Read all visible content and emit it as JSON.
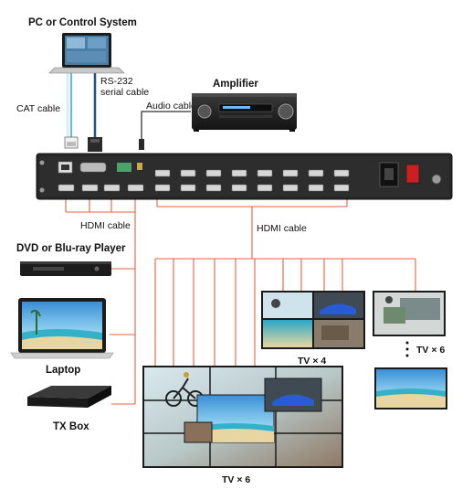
{
  "labels": {
    "pc": "PC or Control System",
    "cat": "CAT cable",
    "rs232_line1": "RS-232",
    "rs232_line2": "serial cable",
    "audio": "Audio cable",
    "amplifier": "Amplifier",
    "hdmi_left": "HDMI cable",
    "hdmi_right": "HDMI cable",
    "dvd": "DVD or Blu-ray Player",
    "laptop": "Laptop",
    "txbox": "TX Box",
    "tv4": "TV × 4",
    "tv6_right": "TV × 6",
    "tv6_bottom": "TV × 6"
  },
  "colors": {
    "hdmi_cable": "#e8603c",
    "cat_cable": "#55c3e6",
    "serial_cable": "#1f4f8f",
    "device_dark": "#222222"
  },
  "icons": {
    "pc": "laptop-computer-icon",
    "amplifier": "av-receiver-icon",
    "dvd": "dvd-player-icon",
    "laptop": "laptop-icon",
    "txbox": "set-top-box-icon"
  }
}
